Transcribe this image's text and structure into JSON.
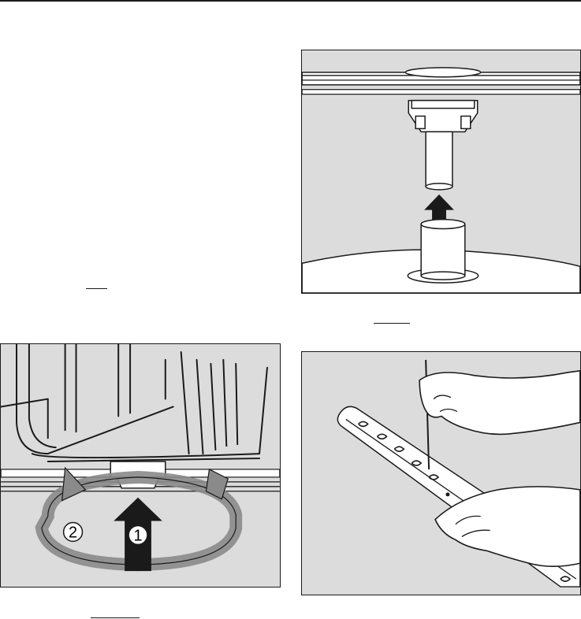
{
  "figures": [
    {
      "id": "spray-arm-mount",
      "step_numbers": []
    },
    {
      "id": "lower-spray-arm-removal",
      "step_numbers": [
        "1",
        "2"
      ]
    },
    {
      "id": "spray-arm-nozzle-cleaning",
      "step_numbers": []
    }
  ]
}
